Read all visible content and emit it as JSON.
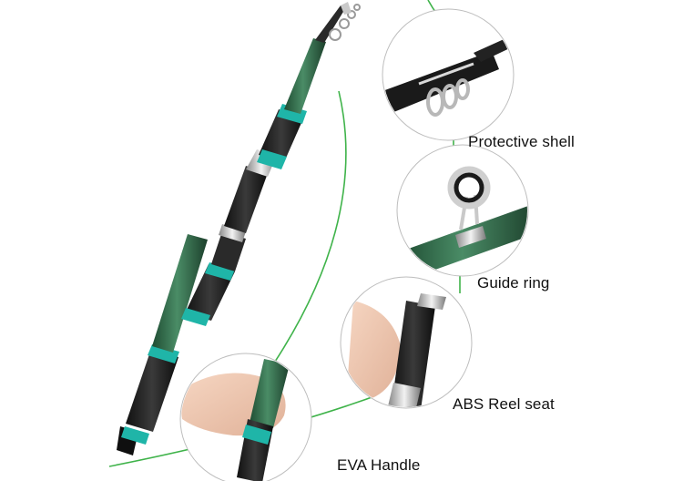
{
  "product": "telescopic fishing rod",
  "labels": {
    "protective_shell": "Protective shell",
    "guide_ring": "Guide ring",
    "reel_seat": "ABS Reel seat",
    "eva_handle": "EVA Handle"
  },
  "colors": {
    "rod_green": "#2f6b4a",
    "accent_teal": "#1fb5a8",
    "eva_black": "#1b1b1b",
    "chrome": "#c9c9c9",
    "connector_line": "#3fb34a",
    "label_text": "#111111"
  }
}
